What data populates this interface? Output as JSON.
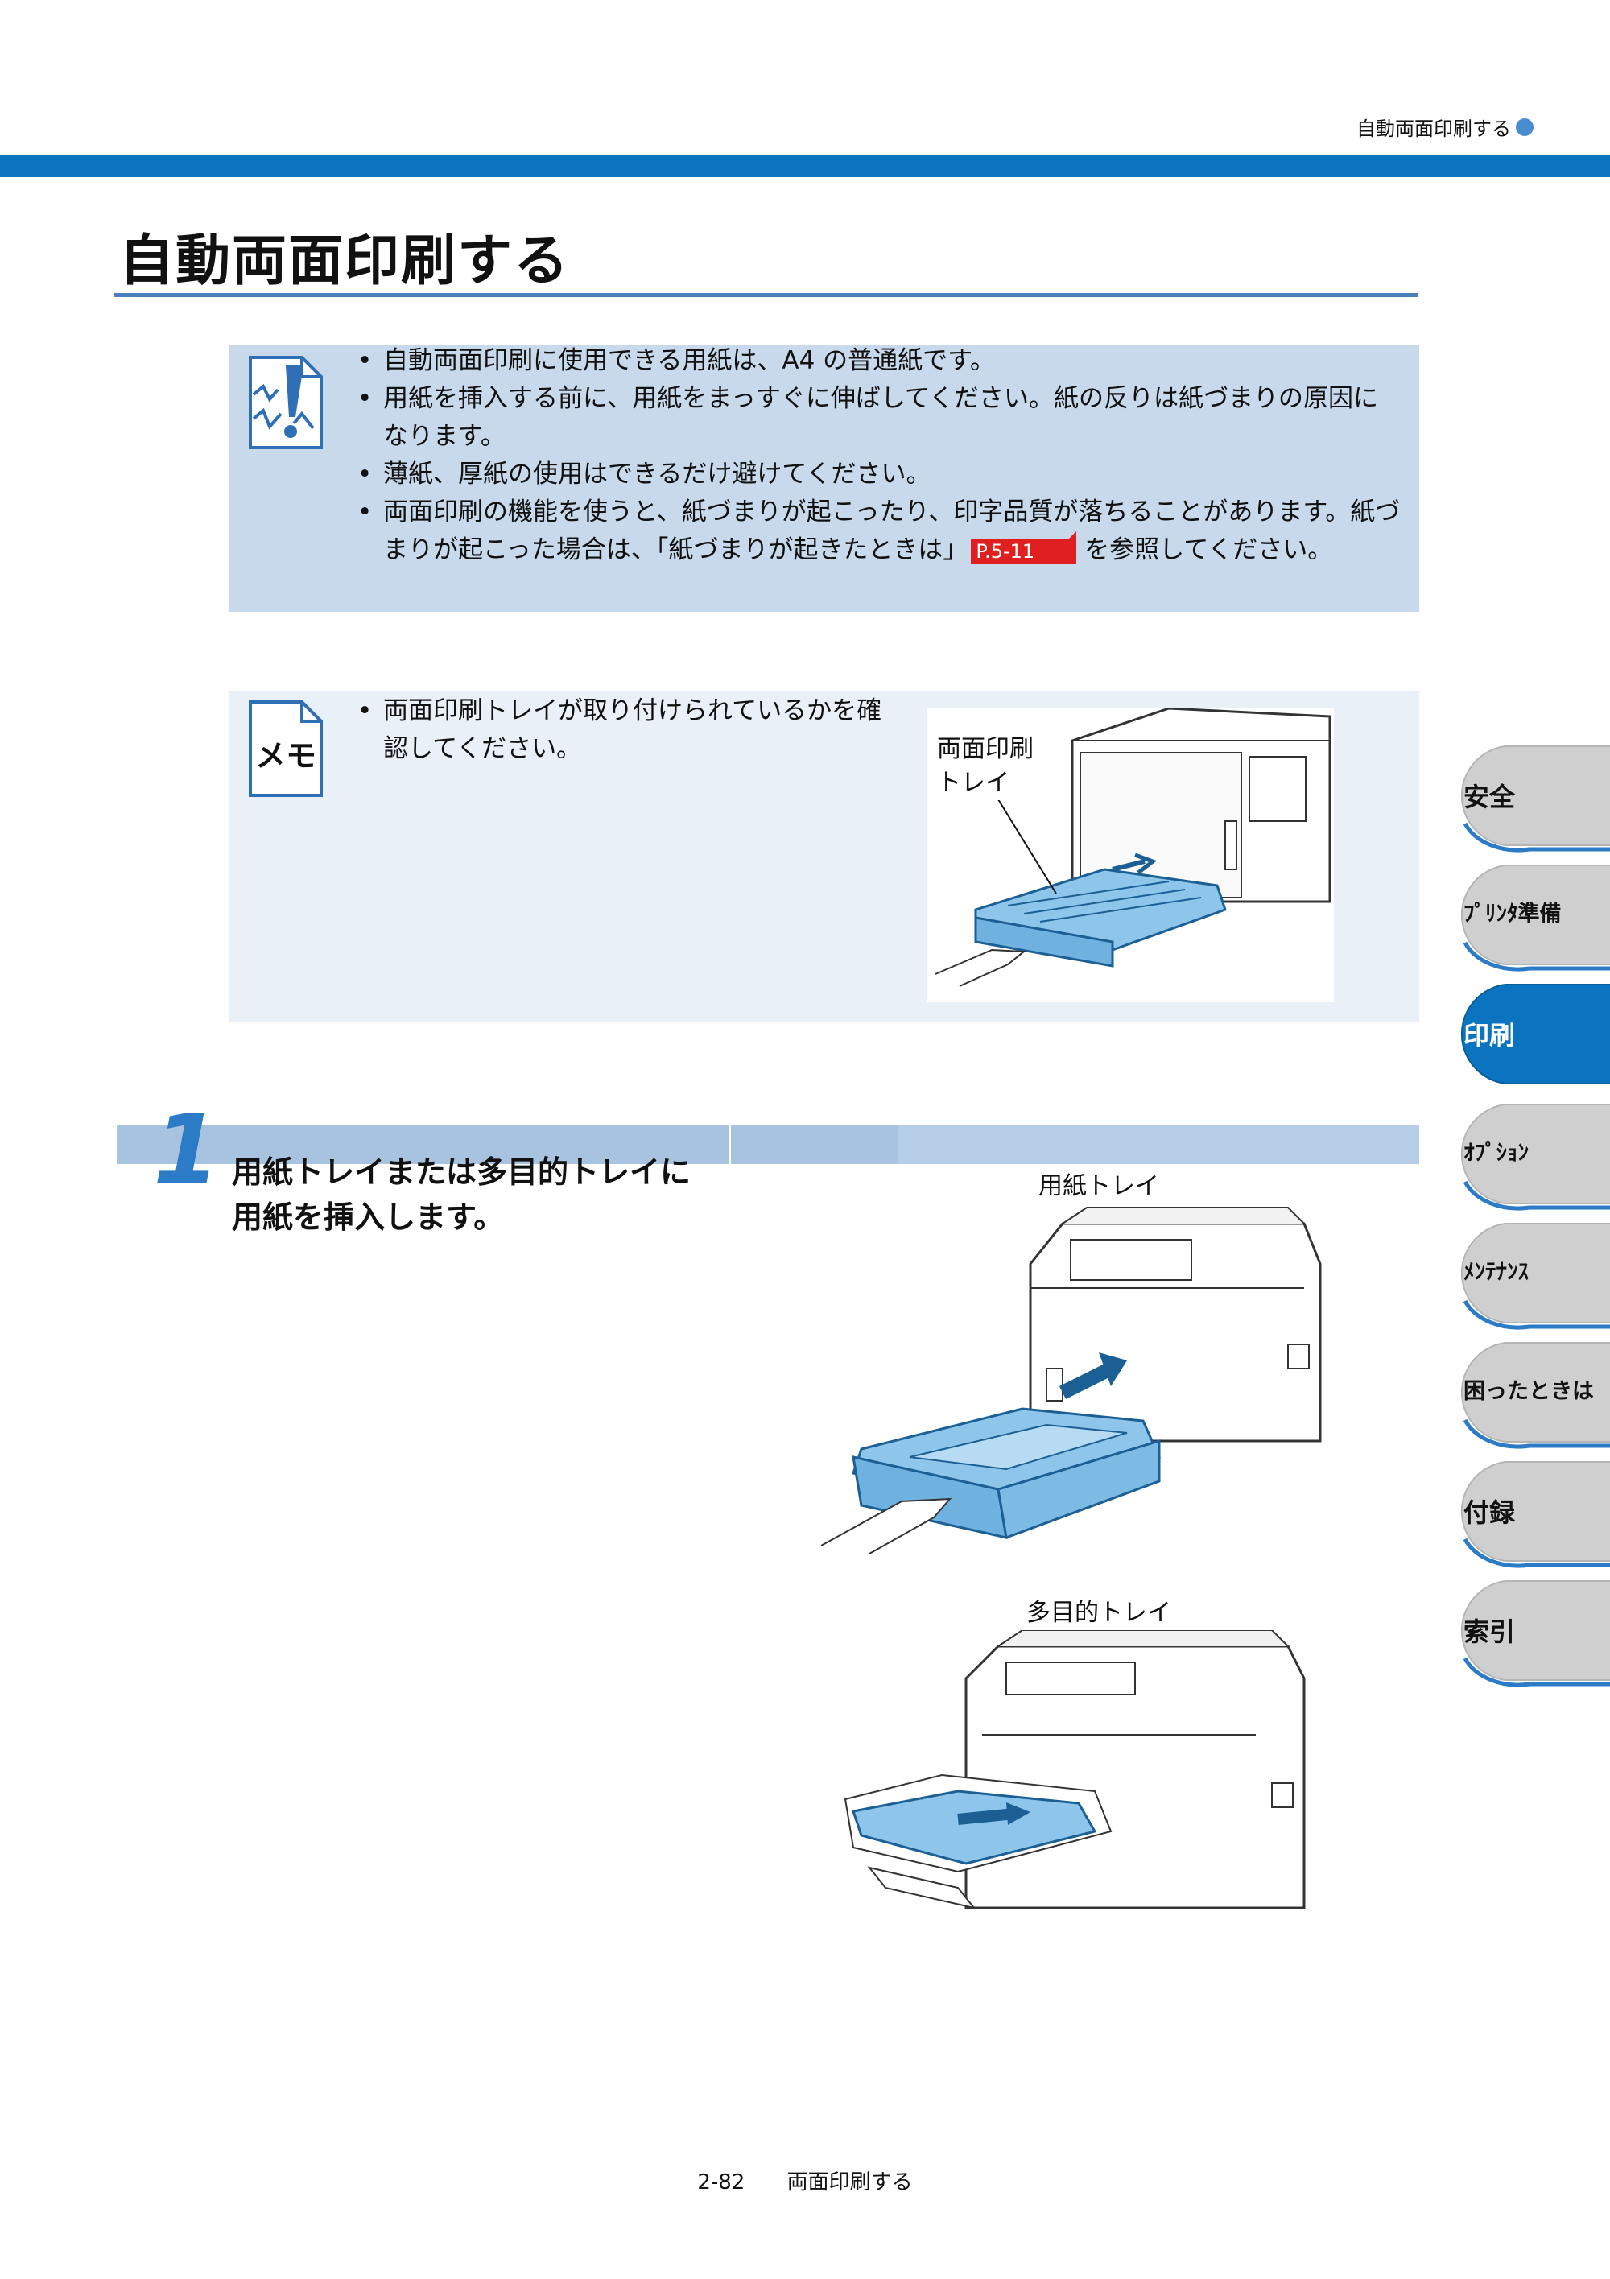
{
  "header": {
    "running_head": "自動両面印刷する",
    "page_title": "自動両面印刷する"
  },
  "caution": {
    "icon": "caution-icon",
    "items": [
      "自動両面印刷に使用できる用紙は、A4 の普通紙です。",
      "用紙を挿入する前に、用紙をまっすぐに伸ばしてください。紙の反りは紙づまりの原因になります。",
      "薄紙、厚紙の使用はできるだけ避けてください。"
    ],
    "last_item_before": "両面印刷の機能を使うと、紙づまりが起こったり、印字品質が落ちることがあります。紙づまりが起こった場合は、「紙づまりが起きたときは」",
    "last_item_ref": "P.5-11",
    "last_item_after": "を参照してください。"
  },
  "memo": {
    "icon": "memo-icon",
    "icon_text": "メモ",
    "items": [
      "両面印刷トレイが取り付けられているかを確認してください。"
    ],
    "figure_label_line1": "両面印刷",
    "figure_label_line2": "トレイ"
  },
  "step": {
    "number": "1",
    "line1": "用紙トレイまたは多目的トレイに",
    "line2": "用紙を挿入します。",
    "figure1_label": "用紙トレイ",
    "figure2_label": "多目的トレイ"
  },
  "side_tabs": [
    {
      "label": "安全",
      "active": false
    },
    {
      "label": "ﾌﾟﾘﾝﾀ準備",
      "active": false
    },
    {
      "label": "印刷",
      "active": true
    },
    {
      "label": "ｵﾌﾟｼｮﾝ",
      "active": false
    },
    {
      "label": "ﾒﾝﾃﾅﾝｽ",
      "active": false
    },
    {
      "label": "困ったときは",
      "active": false
    },
    {
      "label": "付録",
      "active": false
    },
    {
      "label": "索引",
      "active": false
    }
  ],
  "footer": {
    "page_number": "2-82",
    "section": "両面印刷する"
  },
  "colors": {
    "accent_blue": "#0a74c0",
    "caution_bg": "#c8d9ec",
    "memo_bg": "#e9f0f8",
    "ref_red": "#e02020",
    "tray_blue": "#8ec5ea"
  }
}
